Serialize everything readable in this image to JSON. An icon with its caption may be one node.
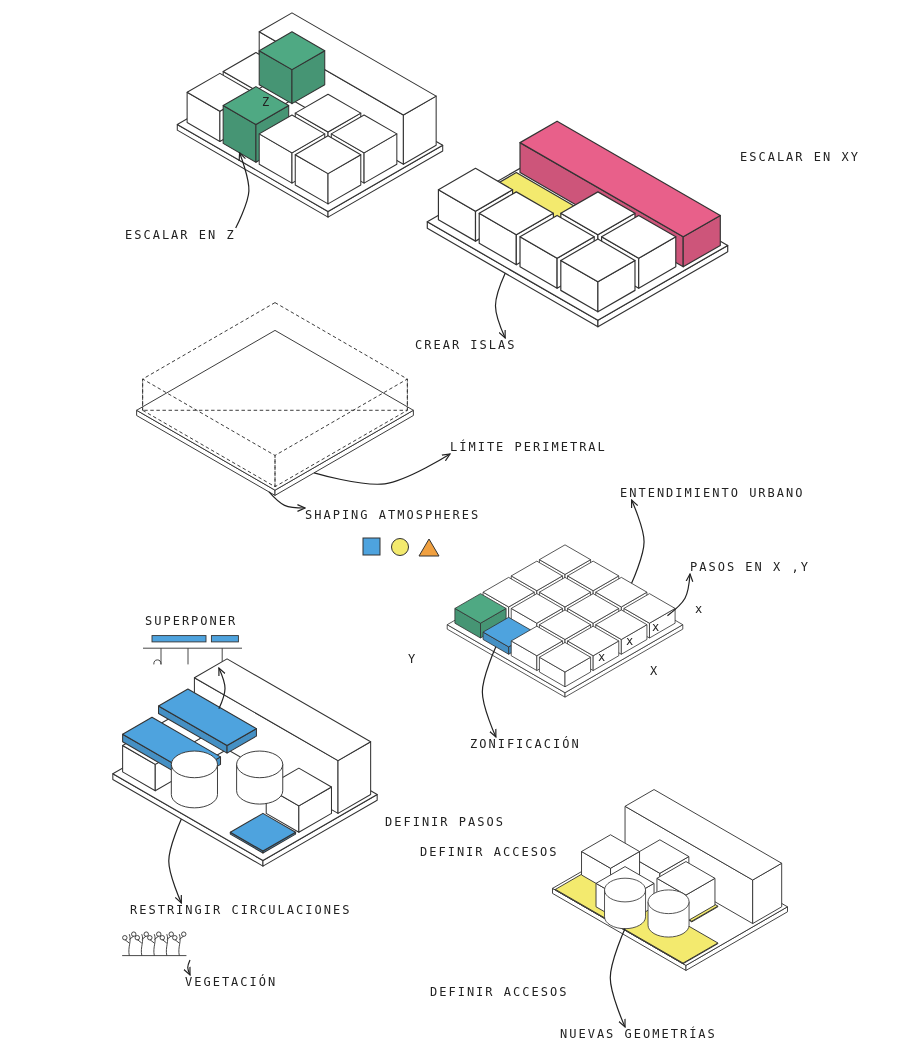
{
  "diagram": {
    "nodes": [
      {
        "text": [],
        "shape": "picture"
      },
      {
        "text": [
          "ESCALAR EN Z"
        ]
      },
      {
        "text": [],
        "shape": "picture"
      },
      {
        "text": [
          "ESCALAR EN XY"
        ]
      },
      {
        "text": [
          "CREAR ISLAS"
        ]
      },
      {
        "text": [],
        "shape": "picture"
      },
      {
        "text": [
          "LÍMITE PERIMETRAL"
        ]
      },
      {
        "text": [
          "SHAPING ATMOSPHERES"
        ]
      },
      {
        "text": [],
        "shape": "picture"
      },
      {
        "text": [
          "ENTENDIMIENTO URBANO"
        ]
      },
      {
        "text": [
          "PASOS EN X ,Y"
        ]
      },
      {
        "text": [
          "ZONIFICACIÓN"
        ]
      },
      {
        "text": [],
        "shape": "picture"
      },
      {
        "text": [
          "SUPERPONER"
        ]
      },
      {
        "text": [],
        "shape": "picture"
      },
      {
        "text": [
          "DEFINIR PASOS"
        ]
      },
      {
        "text": [
          "RESTRINGIR CIRCULACIONES"
        ]
      },
      {
        "text": [],
        "shape": "picture"
      },
      {
        "text": [
          "VEGETACIÓN"
        ]
      },
      {
        "text": [],
        "shape": "picture"
      },
      {
        "text": [
          "DEFINIR ACCESOS"
        ]
      },
      {
        "text": [
          "DEFINIR ACCESOS"
        ]
      },
      {
        "text": [
          "NUEVAS GEOMETRÍAS"
        ]
      }
    ],
    "edges": [
      {
        "from": 1,
        "to": 0,
        "arrow": "to"
      },
      {
        "from": 2,
        "to": 4,
        "arrow": "to"
      },
      {
        "from": 5,
        "to": 6,
        "arrow": "to"
      },
      {
        "from": 5,
        "to": 7,
        "arrow": "to"
      },
      {
        "from": 8,
        "to": 9,
        "arrow": "to"
      },
      {
        "from": 8,
        "to": 10,
        "arrow": "to"
      },
      {
        "from": 8,
        "to": 11,
        "arrow": "to"
      },
      {
        "from": 14,
        "to": 12,
        "arrow": "to"
      },
      {
        "from": 14,
        "to": 16,
        "arrow": "to"
      },
      {
        "from": 17,
        "to": 18,
        "arrow": "to"
      },
      {
        "from": 19,
        "to": 22,
        "arrow": "to"
      }
    ],
    "labels": [
      "Z",
      "Y",
      "X",
      "x",
      "x",
      "x",
      "x"
    ]
  }
}
